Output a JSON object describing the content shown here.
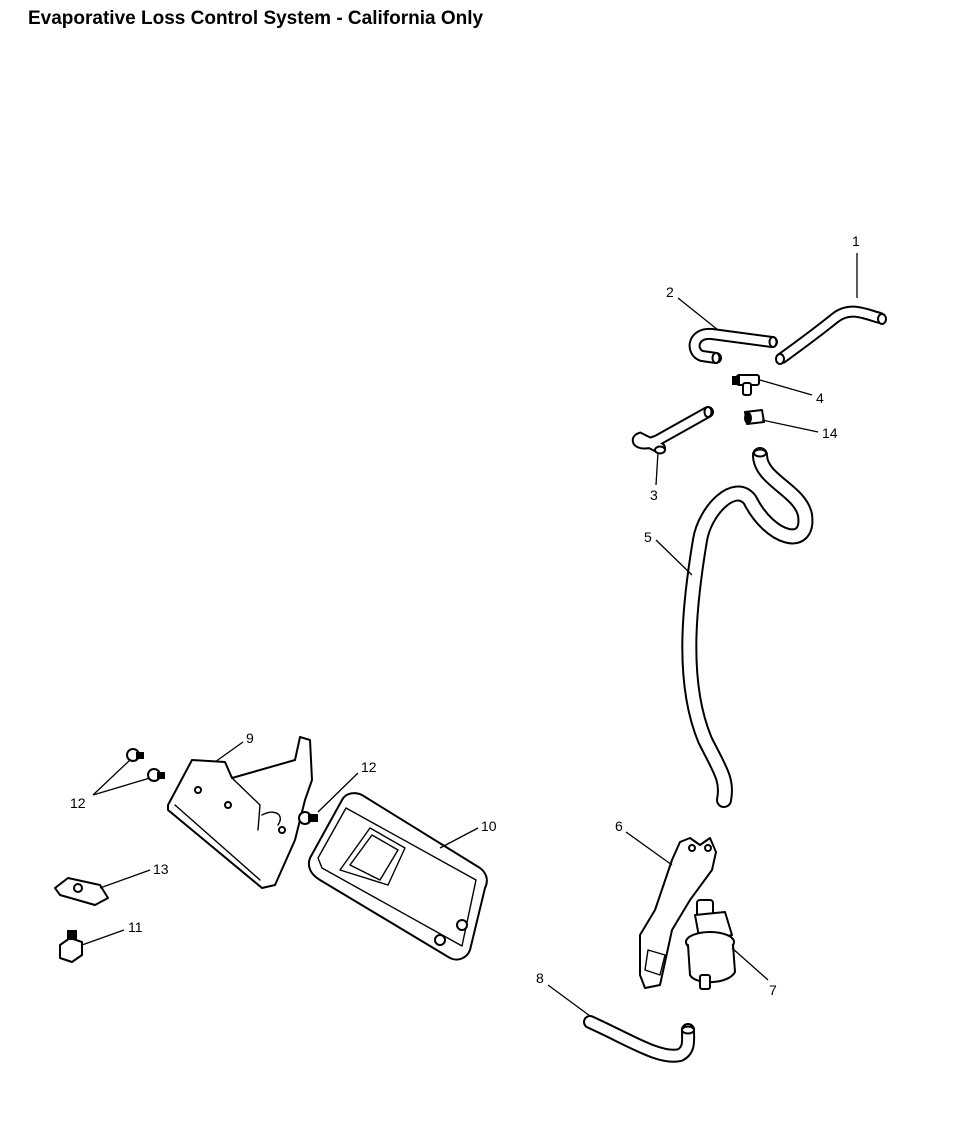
{
  "title": "Evaporative Loss Control System - California Only",
  "callouts": [
    {
      "id": "1",
      "label": "1"
    },
    {
      "id": "2",
      "label": "2"
    },
    {
      "id": "3",
      "label": "3"
    },
    {
      "id": "4",
      "label": "4"
    },
    {
      "id": "5",
      "label": "5"
    },
    {
      "id": "6",
      "label": "6"
    },
    {
      "id": "7",
      "label": "7"
    },
    {
      "id": "8",
      "label": "8"
    },
    {
      "id": "9",
      "label": "9"
    },
    {
      "id": "10",
      "label": "10"
    },
    {
      "id": "11",
      "label": "11"
    },
    {
      "id": "12a",
      "label": "12"
    },
    {
      "id": "12b",
      "label": "12"
    },
    {
      "id": "13",
      "label": "13"
    },
    {
      "id": "14",
      "label": "14"
    }
  ]
}
